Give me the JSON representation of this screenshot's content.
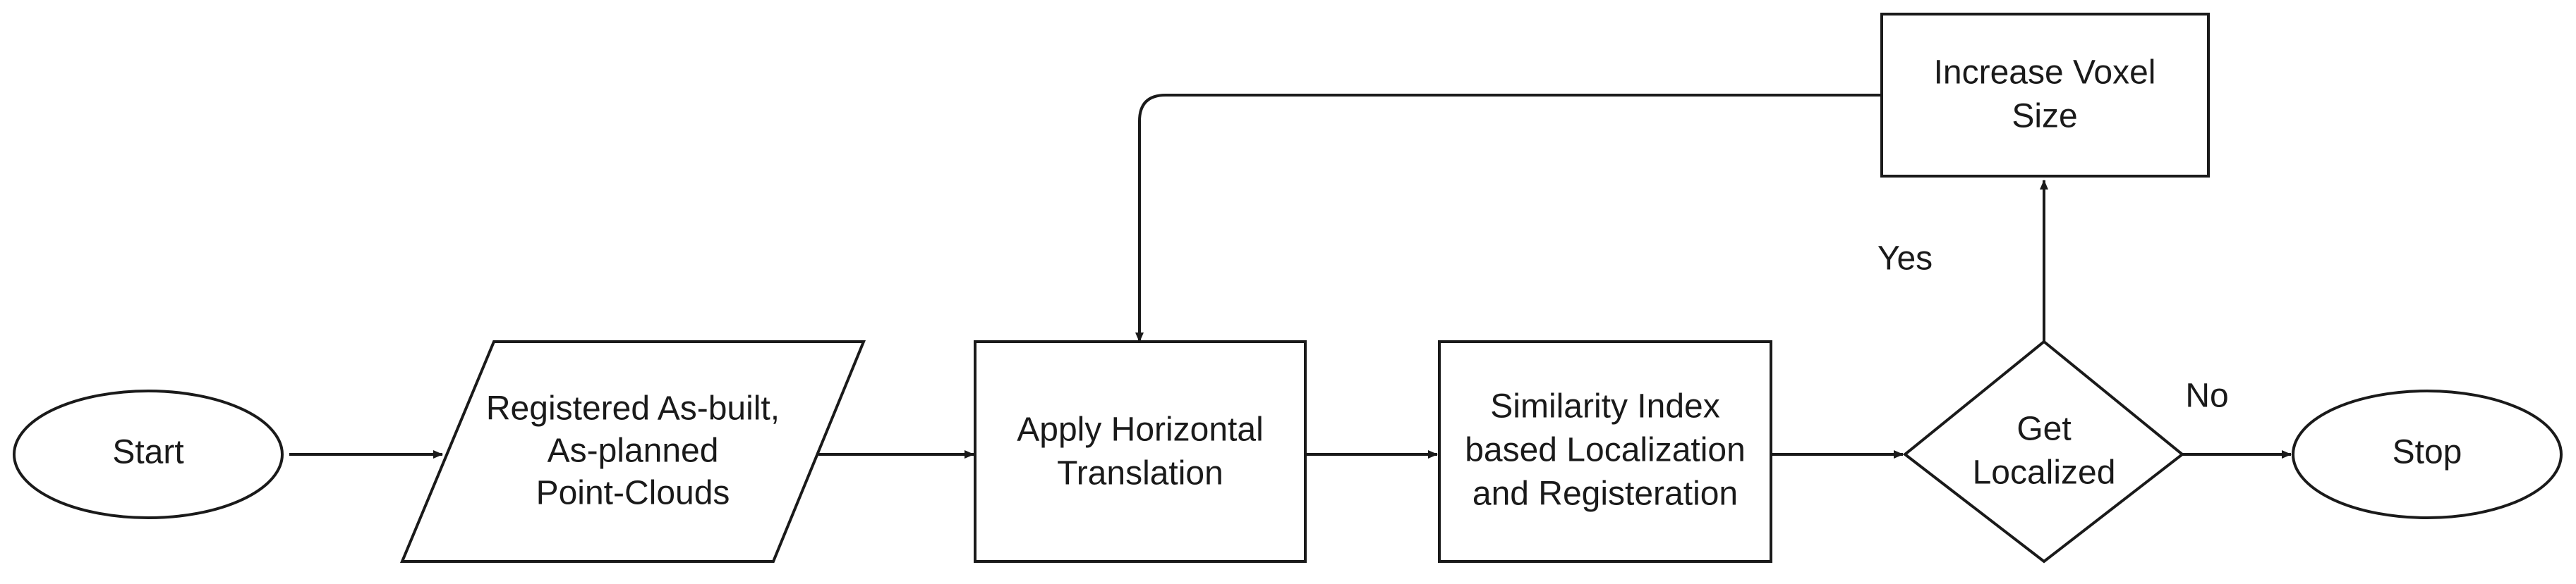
{
  "nodes": {
    "start": {
      "label": "Start"
    },
    "input": {
      "line1": "Registered As-built,",
      "line2": "As-planned",
      "line3": "Point-Clouds"
    },
    "translate": {
      "line1": "Apply Horizontal",
      "line2": "Translation"
    },
    "localize": {
      "line1": "Similarity Index",
      "line2": "based Localization",
      "line3": "and Registeration"
    },
    "decision": {
      "line1": "Get",
      "line2": "Localized"
    },
    "voxel": {
      "line1": "Increase Voxel",
      "line2": "Size"
    },
    "stop": {
      "label": "Stop"
    }
  },
  "edges": {
    "yes_label": "Yes",
    "no_label": "No"
  },
  "colors": {
    "stroke": "#1a1a1a",
    "fill": "#ffffff"
  }
}
